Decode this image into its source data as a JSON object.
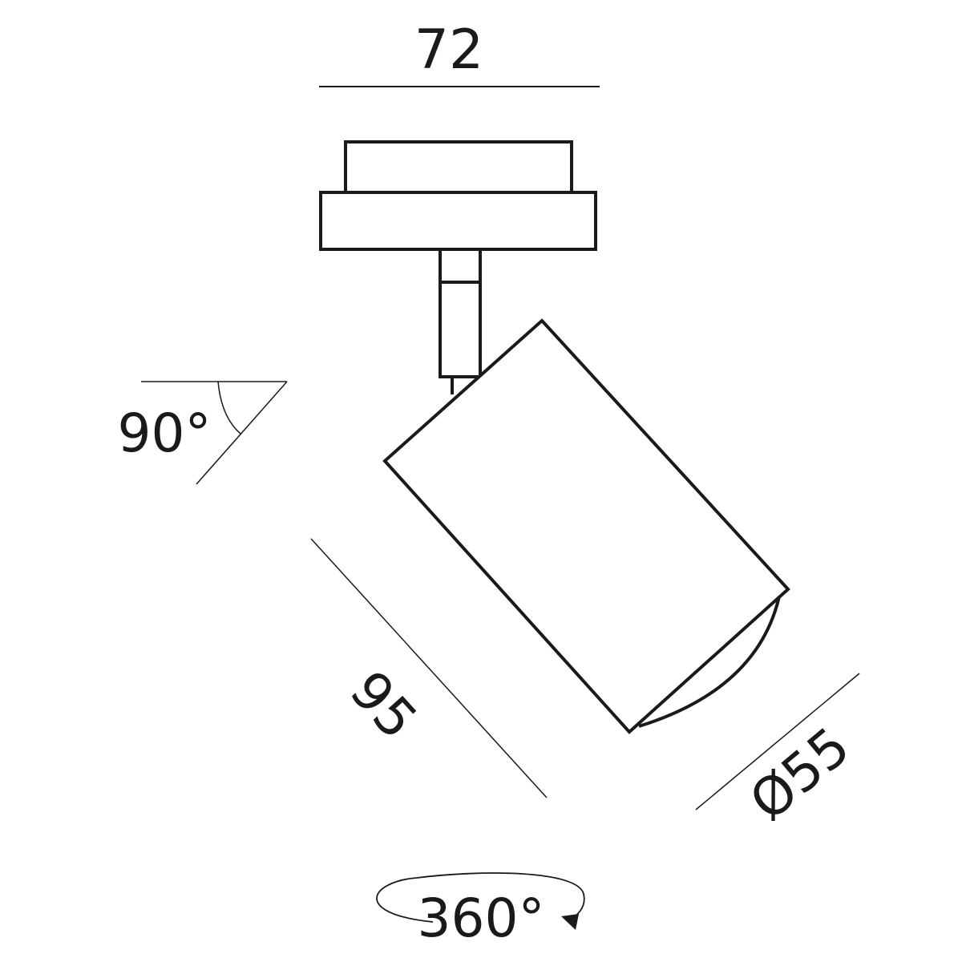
{
  "dimensions": {
    "width_label": "72",
    "tilt_label": "90°",
    "length_label": "95",
    "diameter_label": "Ø55",
    "rotation_label": "360°"
  },
  "colors": {
    "stroke": "#1a1a1a",
    "background": "#ffffff"
  }
}
